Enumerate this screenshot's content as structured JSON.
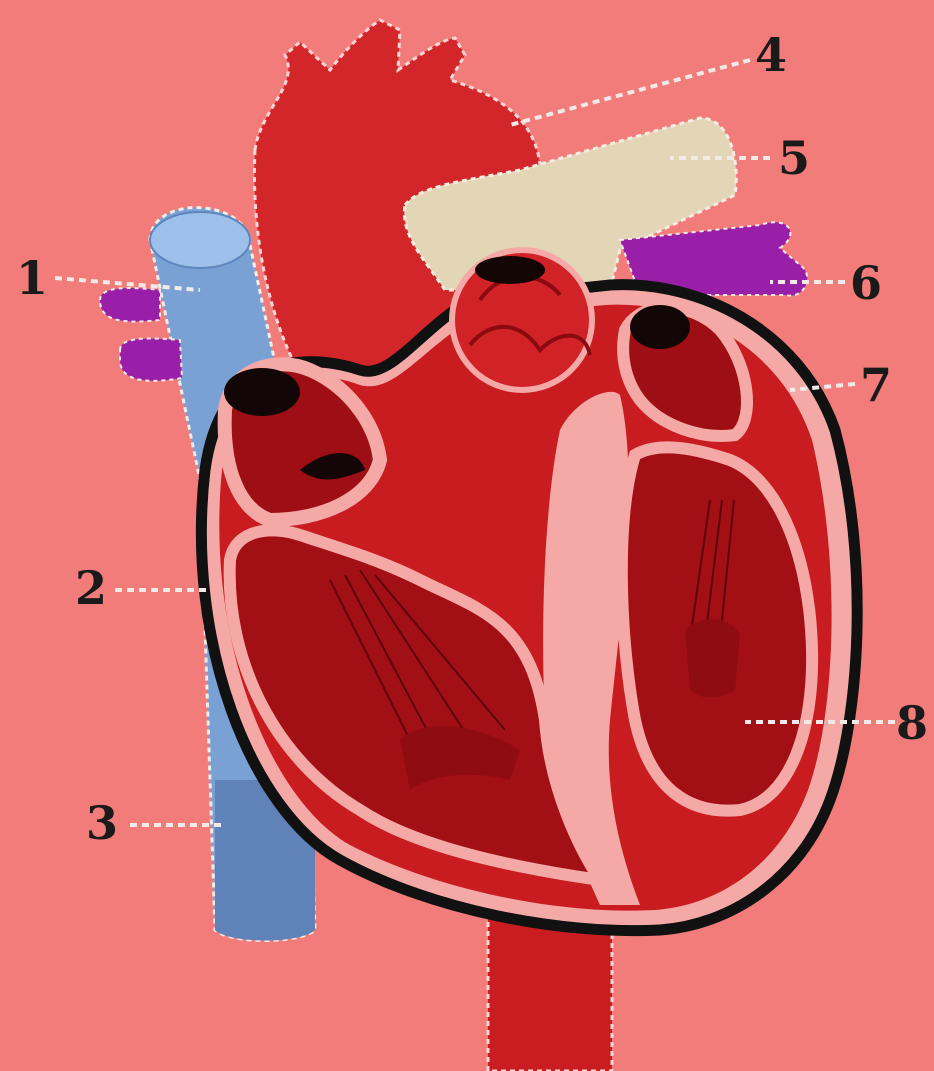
{
  "labels": [
    "1",
    "2",
    "3",
    "4",
    "5",
    "6",
    "7",
    "8"
  ],
  "colors": {
    "background": "#f27c7a",
    "heart_red": "#cf1e22",
    "chamber_dark": "#8f0c10",
    "lining_pink": "#f5a9a6",
    "vein_blue": "#6f98cf",
    "vein_blue_light": "#8fb6e6",
    "artery_purple": "#9a1fa8",
    "pulmonary_trunk": "#e4d8b8",
    "outline": "#111111",
    "leader_line": "#f3e9e6"
  }
}
